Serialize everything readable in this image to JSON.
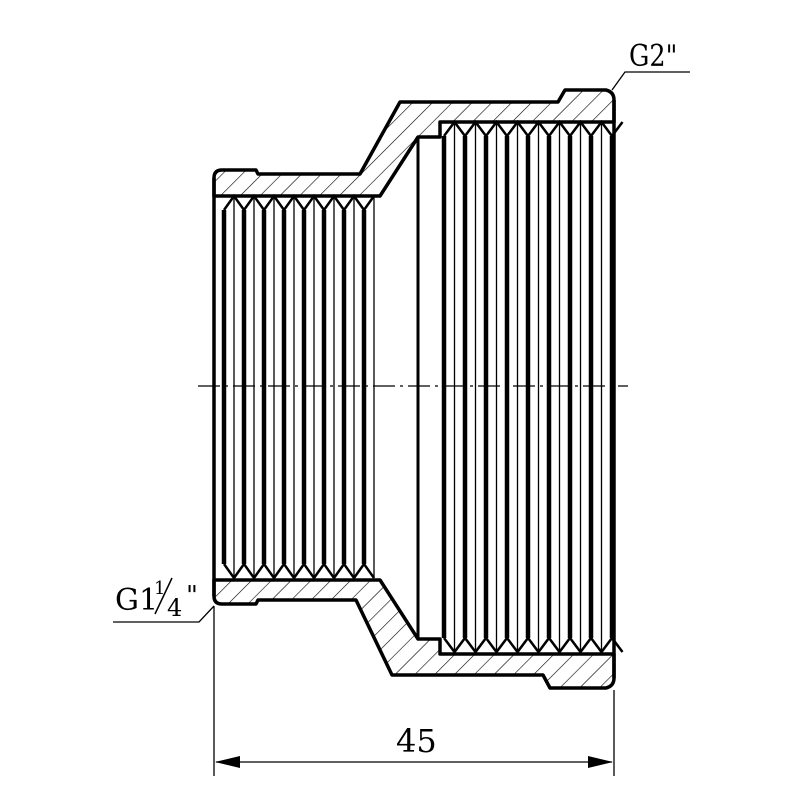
{
  "drawing": {
    "thread_large_label": "G2\"",
    "thread_small_label_prefix": "G1",
    "thread_small_fraction_num": "1",
    "thread_small_fraction_den": "4",
    "thread_small_label_suffix": "\"",
    "length_dimension": "45"
  }
}
